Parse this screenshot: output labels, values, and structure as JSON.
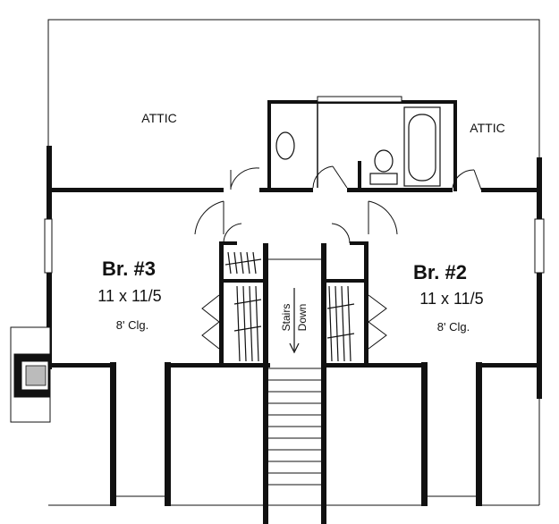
{
  "plan": {
    "attic_left": "ATTIC",
    "attic_right": "ATTIC",
    "bedroom_3": {
      "name": "Br. #3",
      "size": "11 x 11/5",
      "ceiling": "8' Clg."
    },
    "bedroom_2": {
      "name": "Br. #2",
      "size": "11 x 11/5",
      "ceiling": "8' Clg."
    },
    "stairs": {
      "line1": "Stairs",
      "line2": "Down"
    },
    "colors": {
      "wall": "#111111",
      "background": "#ffffff"
    }
  }
}
